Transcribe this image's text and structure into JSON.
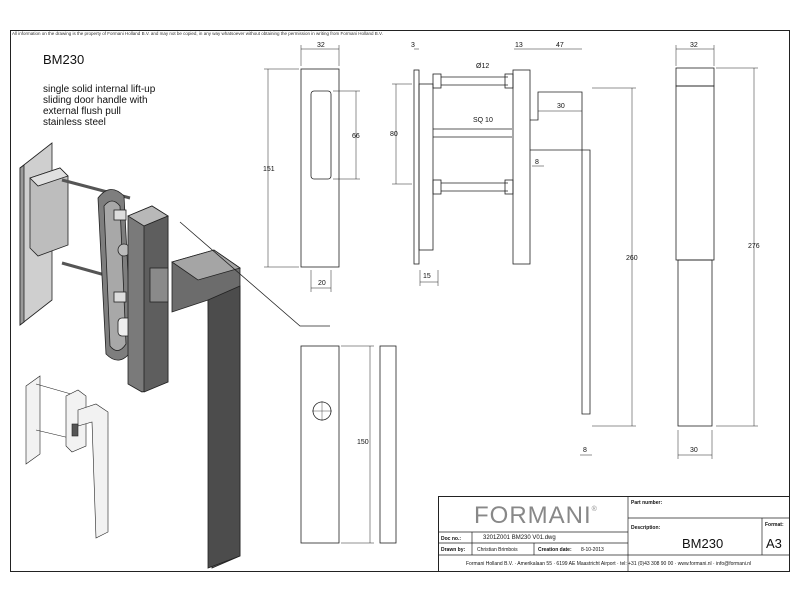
{
  "disclaimer": "All information on the drawing is the property of Formani Holland B.V. and may not be copied, in any way whatsoever without obtaining the permission in writing from Formani Holland B.V.",
  "product": {
    "code": "BM230",
    "description_lines": [
      "single solid internal lift-up",
      "sliding door handle with",
      "external flush pull",
      "stainless steel"
    ]
  },
  "dimensions": {
    "pull_width": "32",
    "pull_height": "151",
    "recess_height": "66",
    "recess_width": "20",
    "plate_thickness": "3",
    "spacing": "80",
    "spindle_dia": "Ø12",
    "spindle_sq": "SQ 10",
    "base_thickness": "15",
    "collar": "13",
    "lever_proj": "47",
    "lever_width": "30",
    "lever_thick": "8",
    "lever_length": "260",
    "lever_bottom": "8",
    "side_width": "32",
    "side_height": "276",
    "side_bottom": "30",
    "back_plate_height": "150"
  },
  "title_block": {
    "logo": "FORMANI",
    "logo_mark": "®",
    "part_number_label": "Part number:",
    "description_label": "Description:",
    "format_label": "Format:",
    "doc_no_label": "Doc no.:",
    "doc_no": "3201Z001 BM230 V01.dwg",
    "drawn_by_label": "Drawn by:",
    "drawn_by": "Christian Brimbois",
    "creation_date_label": "Creation date:",
    "creation_date": "8-10-2013",
    "description": "BM230",
    "format": "A3",
    "footer": "Formani Holland B.V.  ·  Amerikalaan 55  ·  6199 AE Maastricht Airport  ·  tel: +31 (0)43 308 90 00  ·  www.formani.nl  ·  info@formani.nl"
  }
}
